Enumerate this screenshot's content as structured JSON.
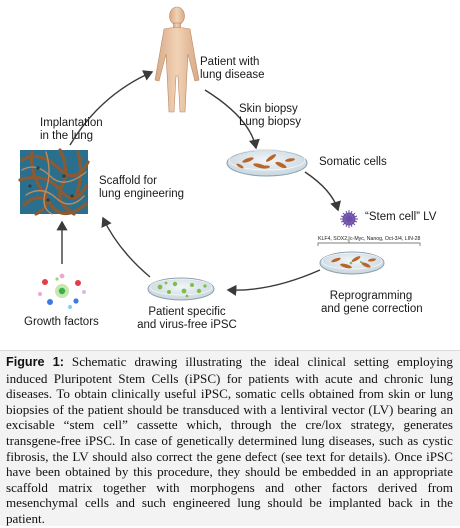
{
  "diagram": {
    "patient_label": [
      "Patient with",
      "lung disease"
    ],
    "biopsy_label": [
      "Skin biopsy",
      "Lung biopsy"
    ],
    "somatic_label": "Somatic cells",
    "lv_label": "“Stem cell” LV",
    "factors_label": "KLF4, SOX2, c-Myc, Nanog, Oct-3/4, LIN-28",
    "reprogramming_label": [
      "Reprogramming",
      "and gene correction"
    ],
    "ipsc_label": [
      "Patient specific",
      "and virus-free iPSC"
    ],
    "growth_label": "Growth factors",
    "scaffold_label": [
      "Scaffold for",
      "lung engineering"
    ],
    "implant_label": [
      "Implantation",
      "in the lung"
    ],
    "colors": {
      "arrow": "#3a3a3a",
      "skin": "#e7c3a0",
      "dish": "#d9e4ea",
      "cell": "#b9652d",
      "virus": "#6b4fa3",
      "ipsc": "#7dbf4a",
      "scaffold": "#7a4b2a",
      "scaffold_bg": "#2a6f8e"
    }
  },
  "caption": {
    "figure_label": "Figure 1:",
    "text": "Schematic drawing illustrating the ideal clinical setting employing induced Pluripotent Stem Cells (iPSC) for patients with acute and chronic lung diseases. To obtain clinically useful iPSC, somatic cells obtained from skin or lung biopsies of the patient should be transduced with a lentiviral vector (LV) bearing an excisable “stem cell” cassette which, through the cre/lox strategy, generates transgene-free iPSC. In case of genetically determined lung diseases, such as cystic fibrosis, the LV should also correct the gene defect (see text for details). Once iPSC have been obtained by this procedure, they should be embedded in an appropriate scaffold matrix together with morphogens and other factors derived from mesenchymal cells and such engineered lung should be implanted back in the patient."
  }
}
